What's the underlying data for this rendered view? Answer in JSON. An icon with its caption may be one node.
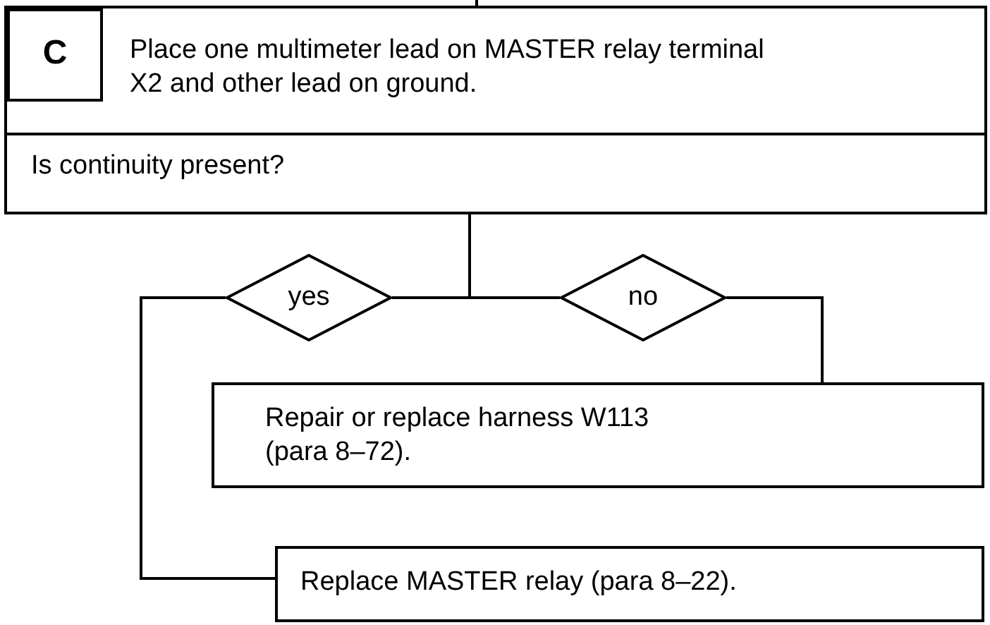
{
  "diagram": {
    "nodes": [
      {
        "text": [
          "Place one multimeter lead on MASTER relay terminal X2 and other lead on ground."
        ]
      },
      {
        "text": [
          "C"
        ],
        "in": 0
      },
      {
        "text": [
          "Is continuity present?"
        ]
      },
      {
        "text": [
          "yes"
        ]
      },
      {
        "text": [
          "no"
        ]
      },
      {
        "text": [
          "Repair or replace harness W113 (para 8–72)."
        ]
      },
      {
        "text": [
          "Replace MASTER relay (para 8–22)."
        ]
      }
    ],
    "edges": [
      {
        "from": null,
        "to": 0,
        "arrow": "none"
      },
      {
        "from": 2,
        "to": 3,
        "arrow": "none"
      },
      {
        "from": 2,
        "to": 4,
        "arrow": "none"
      },
      {
        "from": 3,
        "to": 6,
        "arrow": "none"
      },
      {
        "from": 4,
        "to": 5,
        "arrow": "none"
      }
    ]
  }
}
